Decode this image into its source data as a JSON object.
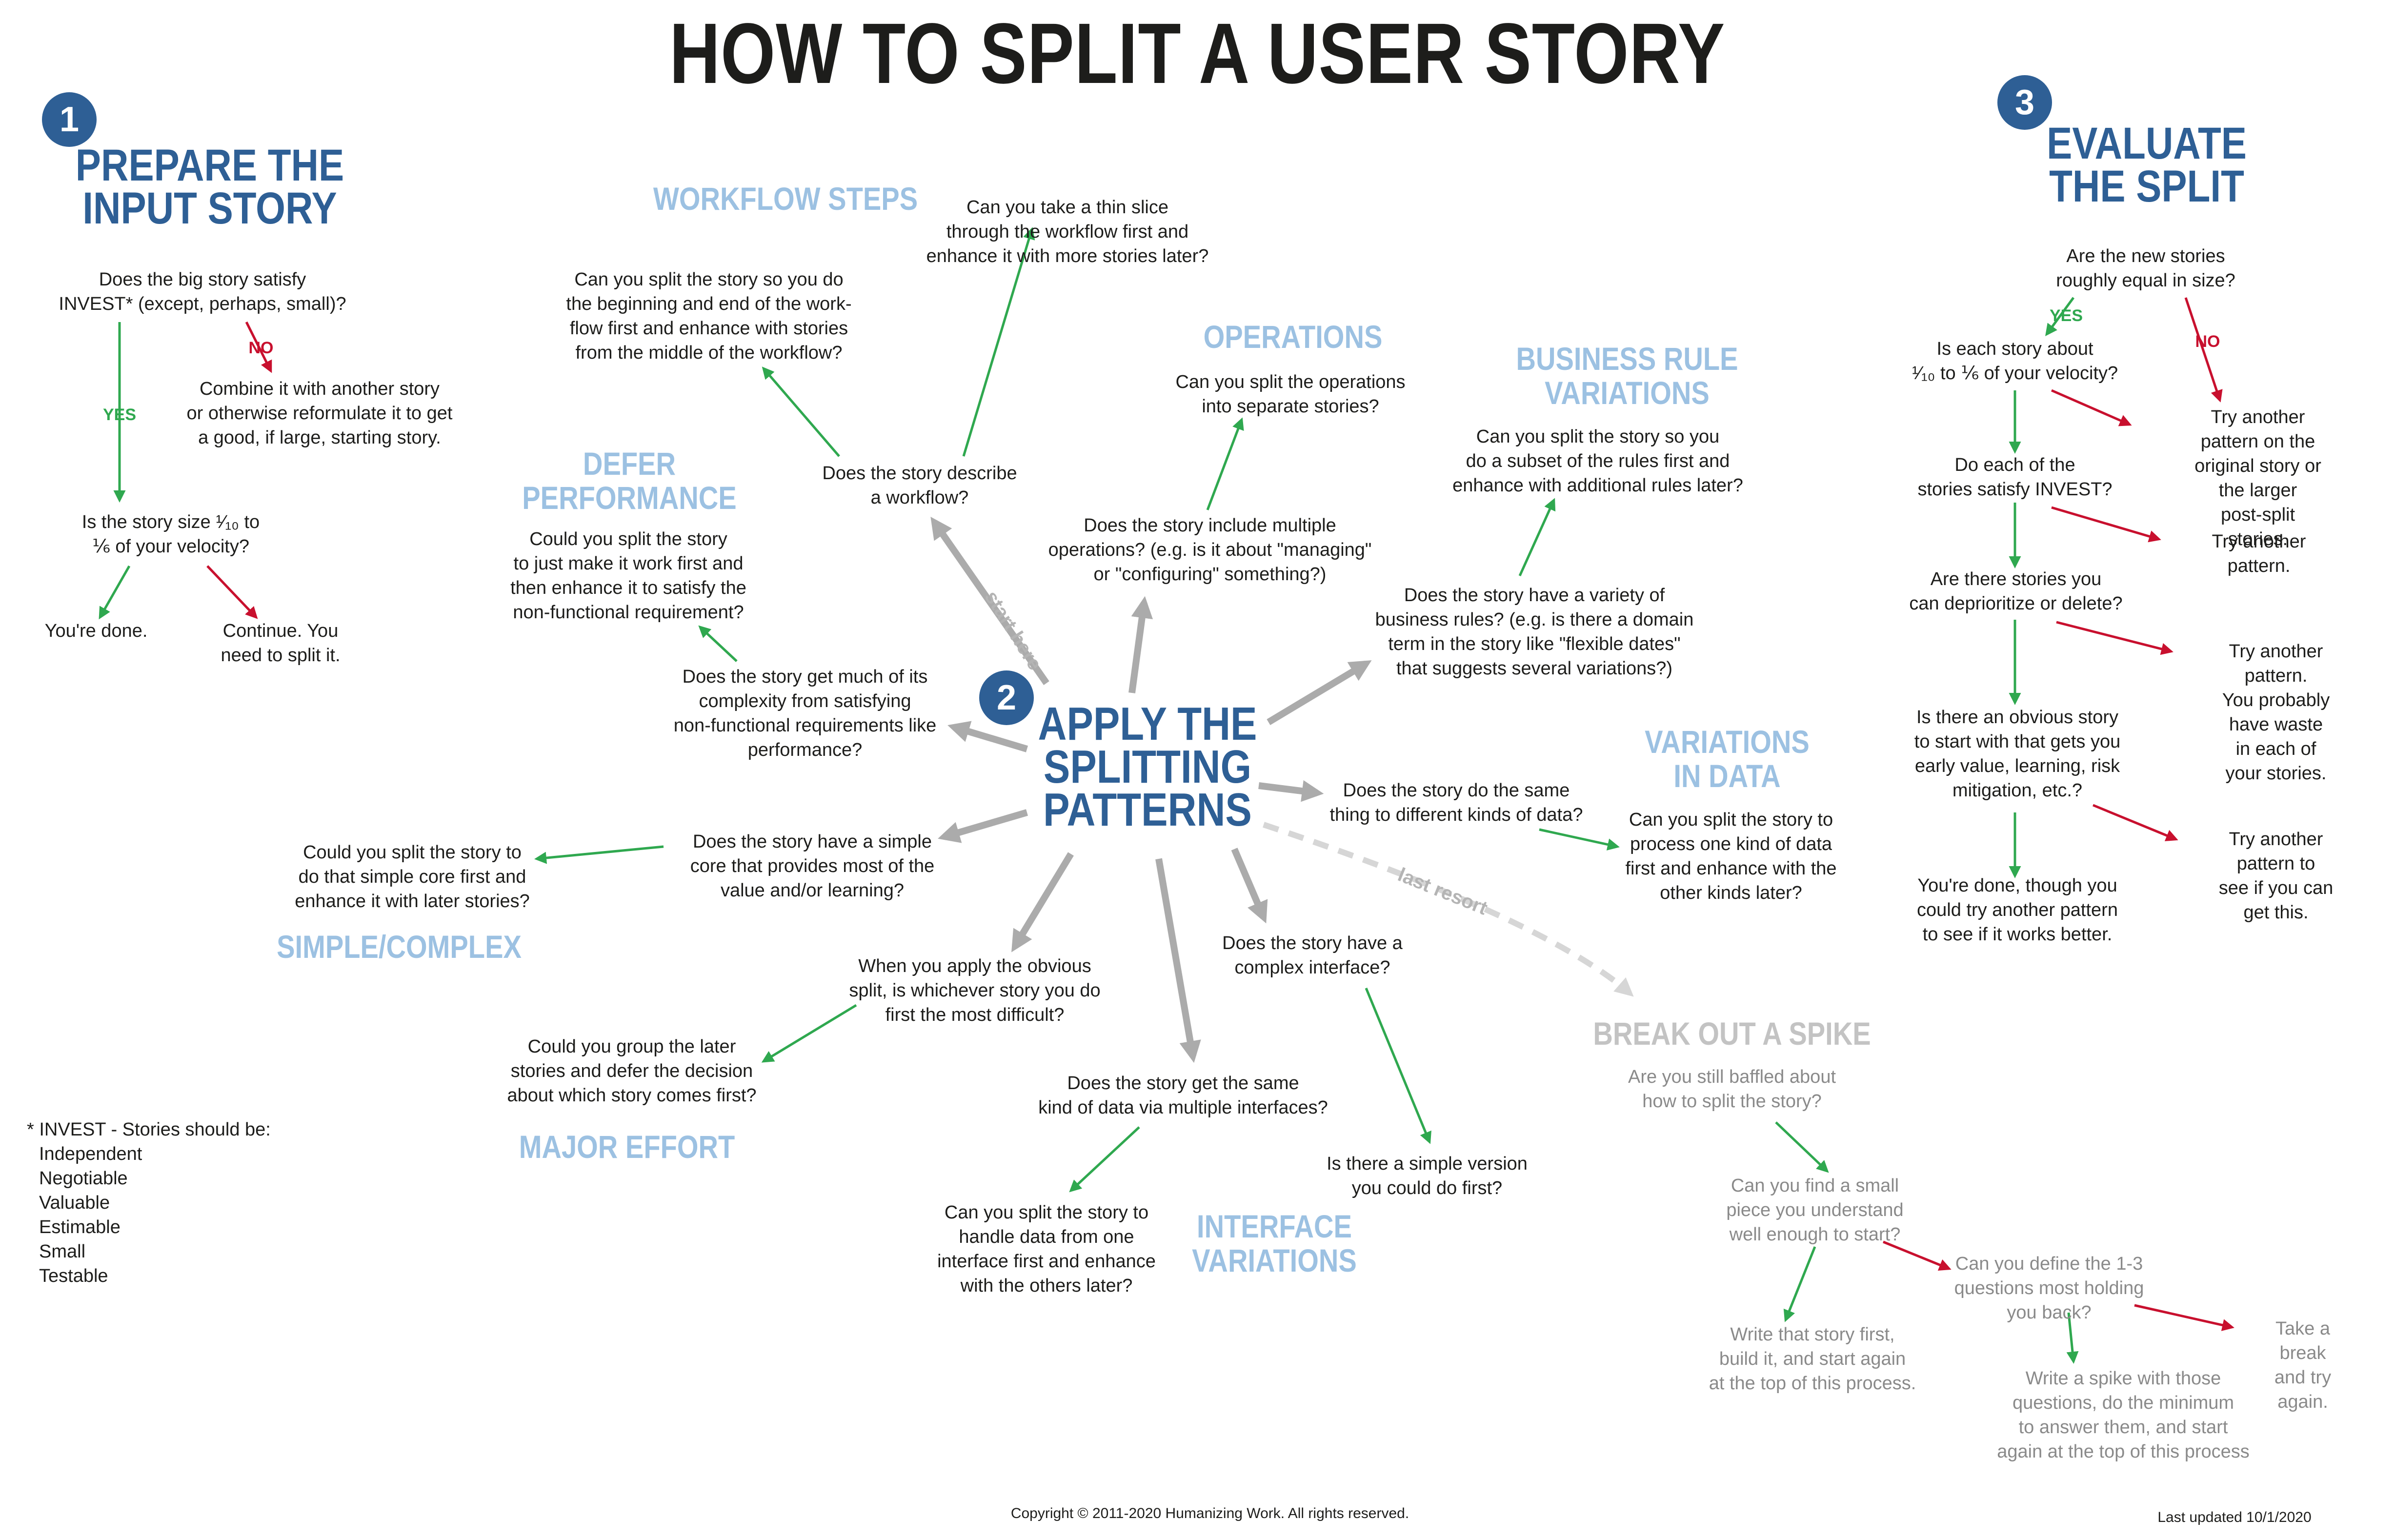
{
  "title": "HOW TO SPLIT A USER STORY",
  "colors": {
    "dark_blue": "#2e5f95",
    "light_blue": "#9cc1e2",
    "gray_heading": "#c3c3c3",
    "yes_green": "#2fa84f",
    "no_red": "#c8102e",
    "spoke_gray": "#ababab"
  },
  "badges": [
    "1",
    "2",
    "3"
  ],
  "section1": {
    "heading": "PREPARE THE\nINPUT STORY",
    "q1": "Does the big story satisfy\nINVEST* (except, perhaps, small)?",
    "no_label": "NO",
    "combine": "Combine it with another story\nor otherwise reformulate it to get\na good, if large, starting story.",
    "yes_label": "YES",
    "q2": "Is the story size ¹⁄₁₀ to\n⅙ of your velocity?",
    "done": "You're done.",
    "continue": "Continue. You\nneed to split it."
  },
  "invest": {
    "heading": "* INVEST - Stories should be:",
    "items": [
      "Independent",
      "Negotiable",
      "Valuable",
      "Estimable",
      "Small",
      "Testable"
    ]
  },
  "section2": {
    "heading": "APPLY THE\nSPLITTING\nPATTERNS",
    "start_here": "start here",
    "last_resort": "last resort"
  },
  "patterns": {
    "workflow": {
      "heading": "WORKFLOW STEPS",
      "question": "Does the story describe\na workflow?",
      "opt1": "Can you split the story so you do\nthe beginning and end of the work-\nflow first and enhance with stories\nfrom the middle of the workflow?",
      "opt2": "Can you take a thin slice\nthrough the workflow first and\nenhance it with more stories later?"
    },
    "operations": {
      "heading": "OPERATIONS",
      "question": "Does the story include multiple\noperations? (e.g. is it about \"managing\"\nor \"configuring\" something?)",
      "answer": "Can you split the operations\ninto separate stories?"
    },
    "business_rules": {
      "heading": "BUSINESS RULE\nVARIATIONS",
      "question": "Does the story have a variety of\nbusiness rules? (e.g. is there a domain\nterm in the story like \"flexible dates\"\nthat suggests several variations?)",
      "answer": "Can you split the story so you\ndo a subset of the rules first and\nenhance with additional rules later?"
    },
    "data": {
      "heading": "VARIATIONS\nIN DATA",
      "question": "Does the story do the same\nthing to different kinds of data?",
      "answer": "Can you split the story to\nprocess one kind of data\nfirst and enhance with the\nother kinds later?"
    },
    "defer": {
      "heading": "DEFER\nPERFORMANCE",
      "question": "Does the story get much of its\ncomplexity from satisfying\nnon-functional requirements like\nperformance?",
      "answer": "Could you split the story\nto just make it work first and\nthen enhance it to satisfy the\nnon-functional requirement?"
    },
    "simple": {
      "heading": "SIMPLE/COMPLEX",
      "question": "Does the story have a simple\ncore that provides most of the\nvalue and/or learning?",
      "answer": "Could you split the story to\ndo that simple core first and\nenhance it with later stories?"
    },
    "major": {
      "heading": "MAJOR EFFORT",
      "question": "When you apply the obvious\nsplit, is whichever story you do\nfirst the most difficult?",
      "answer": "Could you group the later\nstories and defer the decision\nabout which story comes first?"
    },
    "interface": {
      "heading": "INTERFACE\nVARIATIONS",
      "q_complex": "Does the story have a\ncomplex interface?",
      "a_complex": "Is there a simple version\nyou could do first?",
      "q_multi": "Does the story get the same\nkind of data via multiple interfaces?",
      "a_multi": "Can you split the story to\nhandle data from one\ninterface first and enhance\nwith the others later?"
    }
  },
  "spike": {
    "heading": "BREAK OUT A SPIKE",
    "q1": "Are you still baffled about\nhow to split the story?",
    "q2": "Can you find a small\npiece you understand\nwell enough to start?",
    "a2": "Write that story first,\nbuild it, and start again\nat the top of this process.",
    "q3": "Can you define the 1-3\nquestions most holding\nyou back?",
    "a3": "Write a spike with those\nquestions, do the minimum\nto answer them, and start\nagain at the top of this process",
    "break": "Take a break\nand try again."
  },
  "section3": {
    "heading": "EVALUATE\nTHE SPLIT",
    "q1": "Are the new stories\nroughly equal in size?",
    "yes_label": "YES",
    "no_label": "NO",
    "q2": "Is each story about\n¹⁄₁₀ to ⅙ of your velocity?",
    "r1": "Try another pattern on the\noriginal story or the larger\npost-split stories.",
    "q3": "Do each of the\nstories satisfy INVEST?",
    "r2": "Try another pattern.",
    "q4": "Are there stories you\ncan deprioritize or delete?",
    "r3": "Try another pattern.\nYou probably have waste\nin each of your stories.",
    "q5": "Is there an obvious story\nto start with that gets you\nearly value, learning, risk\nmitigation, etc.?",
    "r4": "Try another pattern to\nsee if you can get this.",
    "done": "You're done, though you\ncould try another pattern\nto see if it works better."
  },
  "footer": {
    "copyright": "Copyright © 2011-2020 Humanizing Work. All rights reserved.",
    "updated": "Last updated 10/1/2020"
  }
}
